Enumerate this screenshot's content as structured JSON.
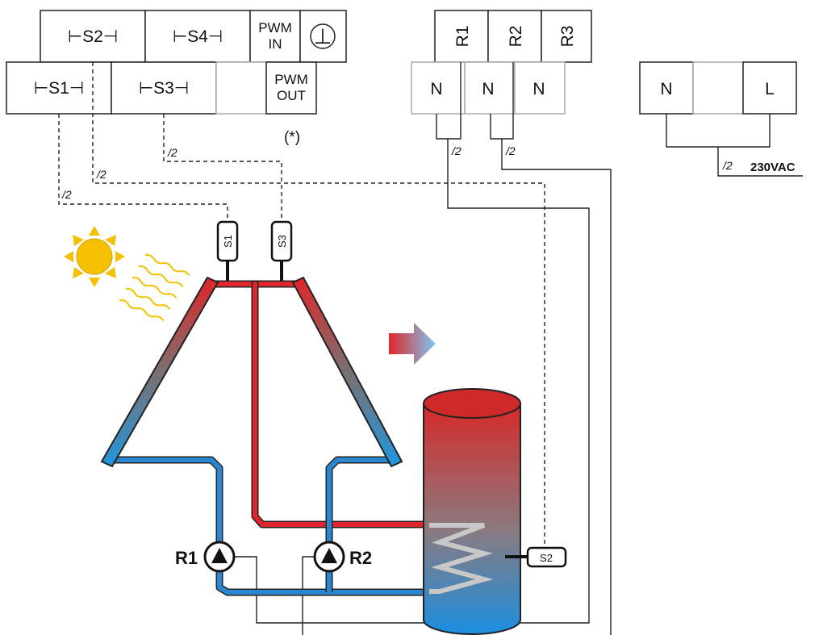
{
  "terminals": {
    "sensor_top": [
      "⊢S2⊣",
      "⊢S4⊣",
      "PWM",
      "IN",
      "⊥"
    ],
    "sensor_bottom": [
      "⊢S1⊣",
      "⊢S3⊣",
      "PWM",
      "OUT"
    ],
    "note": "(*)",
    "relays_top": [
      "R1",
      "R2",
      "R3"
    ],
    "relays_bottom": [
      "N",
      "N",
      "N"
    ],
    "power": [
      "N",
      "L"
    ]
  },
  "wire_labels": [
    "/2",
    "/2",
    "/2",
    "/2",
    "/2",
    "/2"
  ],
  "supply_label": "230VAC",
  "sensors": [
    "S1",
    "S3",
    "S2"
  ],
  "pumps": [
    "R1",
    "R2"
  ],
  "colors": {
    "hot": "#e0262a",
    "cold": "#2a86d0",
    "sun": "#f5c000",
    "wire": "#222222"
  }
}
